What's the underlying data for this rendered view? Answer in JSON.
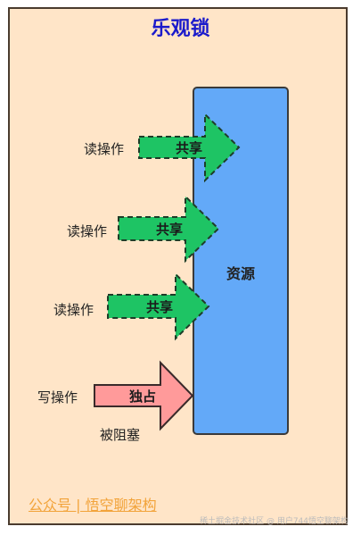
{
  "title": "乐观锁",
  "resource_label": "资源",
  "operations": [
    {
      "label": "读操作",
      "arrow_label": "共享",
      "type": "shared"
    },
    {
      "label": "读操作",
      "arrow_label": "共享",
      "type": "shared"
    },
    {
      "label": "读操作",
      "arrow_label": "共享",
      "type": "shared"
    },
    {
      "label": "写操作",
      "arrow_label": "独占",
      "type": "exclusive"
    }
  ],
  "blocked_note": "被阻塞",
  "footer_text": "公众号 | 悟空聊架构",
  "watermark_text": "稀土掘金技术社区 @ 用户744悟空聊架构",
  "colors": {
    "title": "#1a1acb",
    "shared_arrow": "#1ec464",
    "exclusive_arrow": "#ff9a9a",
    "resource": "#63a9f8",
    "background": "#ffe5c8",
    "footer": "#f2a33a"
  }
}
